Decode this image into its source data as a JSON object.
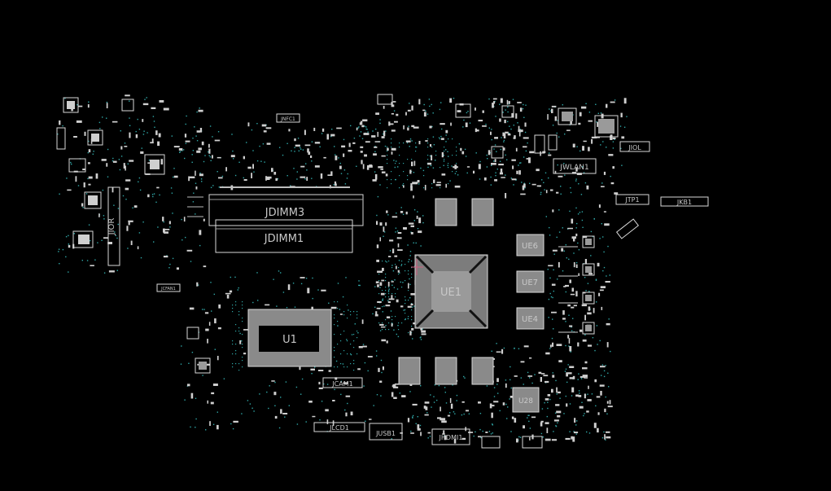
{
  "view": {
    "background": "#000000",
    "outline_color": "#d8d8d8",
    "component_color": "#cfcfcf",
    "via_color": "#2fa6a6"
  },
  "components": {
    "jnfc1": "JNFC1",
    "jwlan1": "JWLAN1",
    "jiol": "JIOL",
    "jtp1": "JTP1",
    "jkb1": "JKB1",
    "jdimm3": "JDIMM3",
    "jdimm1": "JDIMM1",
    "jior": "JIOR",
    "jfan1": "JCFAN1",
    "u1": "U1",
    "ue1": "UE1",
    "ue6": "UE6",
    "ue7": "UE7",
    "ue4": "UE4",
    "u28": "U28",
    "jcam1": "JCAM1",
    "jlcd1": "JLCD1",
    "jusb1": "JUSB1",
    "jhdmi1": "JHDMI1"
  }
}
